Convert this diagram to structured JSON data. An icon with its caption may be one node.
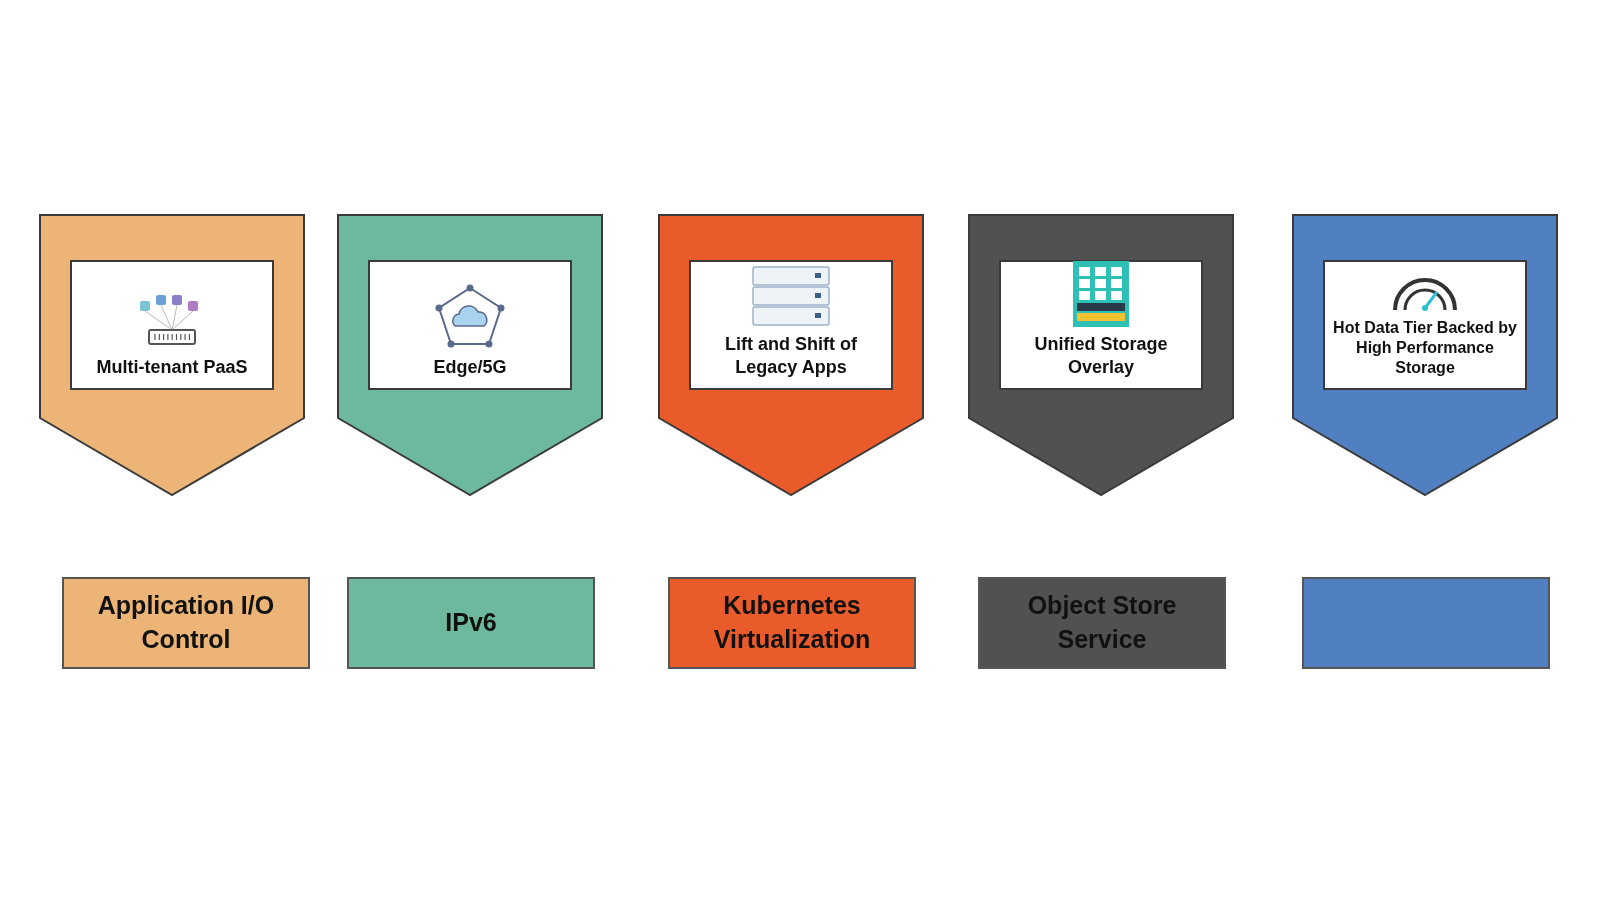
{
  "diagram": {
    "nodes": [
      {
        "text": [],
        "shape": "shield"
      },
      {
        "text": [
          "Multi-tenant PaaS"
        ],
        "in": 0
      },
      {
        "text": [],
        "shape": "shield"
      },
      {
        "text": [
          "Edge/5G"
        ],
        "in": 2
      },
      {
        "text": [],
        "shape": "shield"
      },
      {
        "text": [
          "Lift and Shift of Legacy Apps"
        ],
        "in": 4
      },
      {
        "text": [],
        "shape": "shield"
      },
      {
        "text": [
          "Unified Storage Overlay"
        ],
        "in": 6
      },
      {
        "text": [],
        "shape": "shield"
      },
      {
        "text": [
          "Hot Data Tier Backed by High Performance Storage"
        ],
        "in": 8
      },
      {
        "text": [
          "Application I/O Control"
        ]
      },
      {
        "text": [
          "IPv6"
        ]
      },
      {
        "text": [
          "Kubernetes Virtualization"
        ]
      },
      {
        "text": [
          "Object Store Service"
        ]
      },
      {
        "text": [],
        "shape": "box"
      }
    ]
  }
}
